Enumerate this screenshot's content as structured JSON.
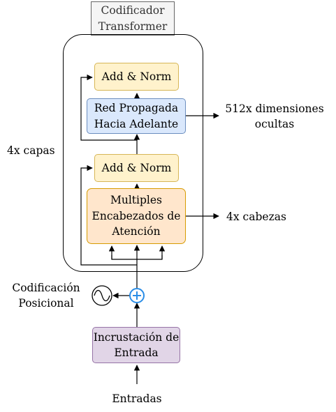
{
  "title": {
    "line1": "Codificador",
    "line2": "Transformer"
  },
  "blocks": {
    "add_norm_top": "Add & Norm",
    "ffn": {
      "line1": "Red Propagada",
      "line2": "Hacia Adelante"
    },
    "add_norm_bottom": "Add & Norm",
    "mha": {
      "line1": "Multiples",
      "line2": "Encabezados de",
      "line3": "Atención"
    },
    "embedding": {
      "line1": "Incrustación de",
      "line2": "Entrada"
    }
  },
  "labels": {
    "layers": "4x capas",
    "hidden": {
      "line1": "512x dimensiones",
      "line2": "ocultas"
    },
    "heads": "4x cabezas",
    "positional": {
      "line1": "Codificación",
      "line2": "Posicional"
    },
    "inputs": "Entradas"
  },
  "colors": {
    "add_norm_fill": "#fff2cc",
    "add_norm_stroke": "#d6b656",
    "ffn_fill": "#dae8fc",
    "ffn_stroke": "#6c8ebf",
    "mha_fill": "#ffe6cc",
    "mha_stroke": "#d79b00",
    "embedding_fill": "#e1d5e7",
    "embedding_stroke": "#9673a6",
    "adder_color": "#2a8de6"
  },
  "icons": {
    "adder": "circled-plus-icon",
    "positional": "sine-wave-icon"
  }
}
